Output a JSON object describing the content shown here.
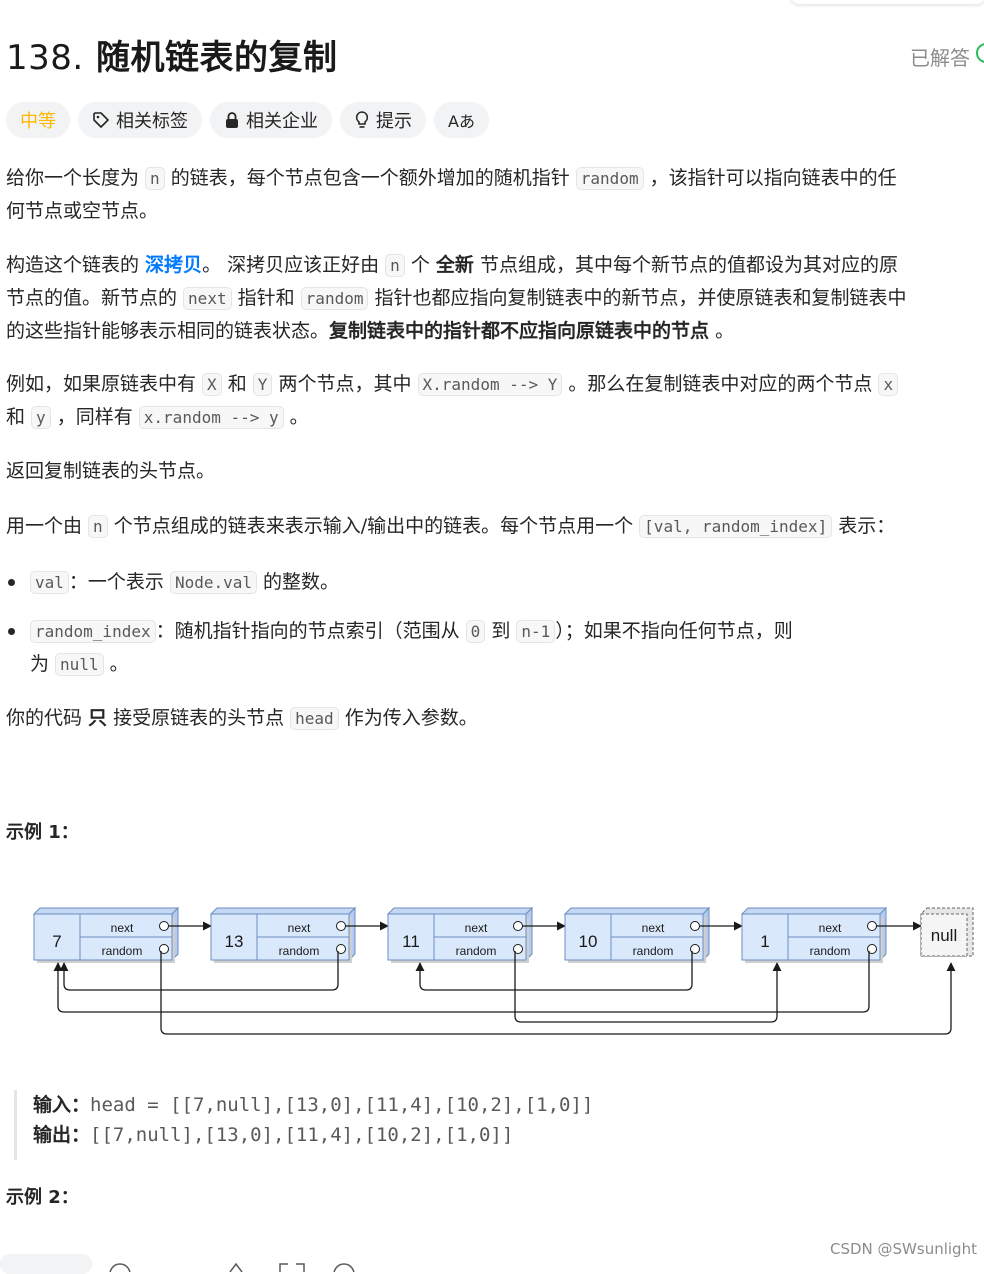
{
  "problem": {
    "number": "138.",
    "title": "随机链表的复制",
    "status": "已解答"
  },
  "tags": [
    {
      "label": "中等"
    },
    {
      "label": "相关标签"
    },
    {
      "label": "相关企业"
    },
    {
      "label": "提示"
    },
    {
      "label": "Aあ"
    }
  ],
  "desc": {
    "p1": {
      "a": "给你一个长度为 ",
      "c1": "n",
      "b": " 的链表，每个节点包含一个额外增加的随机指针 ",
      "c2": "random",
      "c": " ，该指针可以指向链表中的任",
      "d": "何节点或空节点。"
    },
    "p2": {
      "a": "构造这个链表的 ",
      "link": "深拷贝",
      "b": "。 深拷贝应该正好由 ",
      "c1": "n",
      "c": " 个 ",
      "bold1": "全新",
      "d": " 节点组成，其中每个新节点的值都设为其对应的原",
      "e": "节点的值。新节点的 ",
      "c2": "next",
      "f": " 指针和 ",
      "c3": "random",
      "g": " 指针也都应指向复制链表中的新节点，并使原链表和复制链表中",
      "h": "的这些指针能够表示相同的链表状态。",
      "bold2": "复制链表中的指针都不应指向原链表中的节点",
      "i": " 。"
    },
    "p3": {
      "a": "例如，如果原链表中有 ",
      "c1": "X",
      "b": " 和 ",
      "c2": "Y",
      "c": " 两个节点，其中 ",
      "c3": "X.random --> Y",
      "d": " 。那么在复制链表中对应的两个节点 ",
      "c4": "x",
      "e": "和 ",
      "c5": "y",
      "f": " ，同样有 ",
      "c6": "x.random --> y",
      "g": " 。"
    },
    "p4": "返回复制链表的头节点。",
    "p5": {
      "a": "用一个由 ",
      "c1": "n",
      "b": " 个节点组成的链表来表示输入/输出中的链表。每个节点用一个 ",
      "c2": "[val, random_index]",
      "c": " 表示："
    },
    "li1": {
      "c1": "val",
      "a": "：一个表示 ",
      "c2": "Node.val",
      "b": " 的整数。"
    },
    "li2": {
      "c1": "random_index",
      "a": "：随机指针指向的节点索引（范围从 ",
      "c2": "0",
      "b": " 到 ",
      "c3": "n-1",
      "c": "）；如果不指向任何节点，则",
      "d": "为 ",
      "c4": "null",
      "e": " 。"
    },
    "p6": {
      "a": "你的代码 ",
      "bold": "只",
      "b": " 接受原链表的头节点 ",
      "c1": "head",
      "c": " 作为传入参数。"
    }
  },
  "example1": {
    "title": "示例 1：",
    "input_label": "输入：",
    "input_value": "head = [[7,null],[13,0],[11,4],[10,2],[1,0]]",
    "output_label": "输出：",
    "output_value": "[[7,null],[13,0],[11,4],[10,2],[1,0]]"
  },
  "example2": {
    "title": "示例 2："
  },
  "diagram": {
    "nodes": [
      {
        "val": "7",
        "next": "next",
        "random": "random"
      },
      {
        "val": "13",
        "next": "next",
        "random": "random"
      },
      {
        "val": "11",
        "next": "next",
        "random": "random"
      },
      {
        "val": "10",
        "next": "next",
        "random": "random"
      },
      {
        "val": "1",
        "next": "next",
        "random": "random"
      }
    ],
    "null_label": "null"
  },
  "watermark": "CSDN @SWsunlight",
  "colors": {
    "accent_link": "#007aff",
    "difficulty_medium": "#ffb800",
    "solved": "#2cbb5d",
    "node_fill": "#dae8fc",
    "node_stroke": "#6c8ebf"
  }
}
